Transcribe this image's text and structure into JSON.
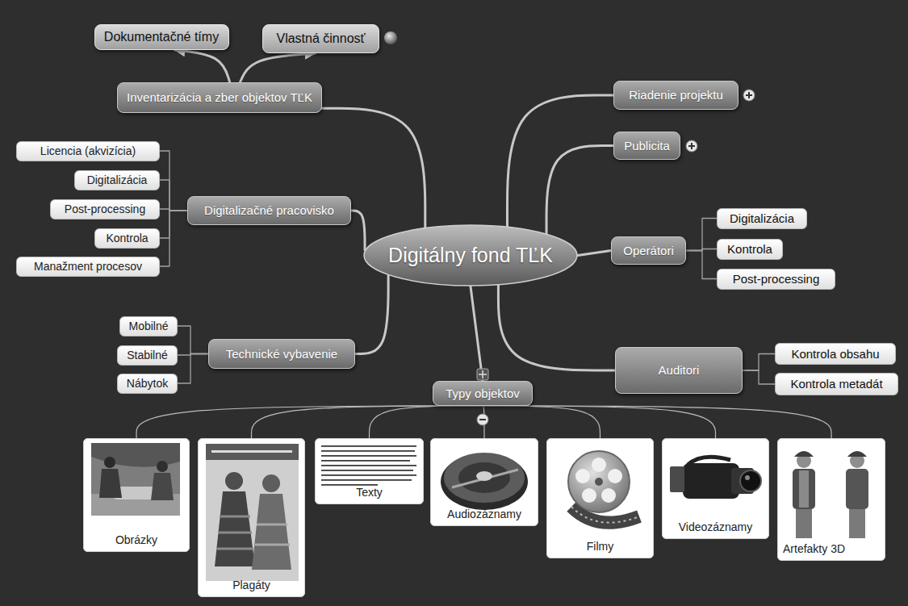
{
  "diagram": {
    "nodes": [
      {
        "text": [
          "Dokumentačné tímy"
        ]
      },
      {
        "text": [
          "Vlastná činnosť"
        ]
      },
      {
        "text": [
          "Inventarizácia a zber objektov TĽK"
        ]
      },
      {
        "text": [
          "Riadenie projektu"
        ]
      },
      {
        "text": [
          "Publicita"
        ]
      },
      {
        "text": [
          "Licencia (akvizícia)"
        ]
      },
      {
        "text": [
          "Digitalizácia"
        ]
      },
      {
        "text": [
          "Digitalizačné pracovisko"
        ]
      },
      {
        "text": [
          "Post-processing"
        ]
      },
      {
        "text": [
          "Kontrola"
        ]
      },
      {
        "text": [
          "Manažment procesov"
        ]
      },
      {
        "text": [
          "Digitálny fond TĽK"
        ]
      },
      {
        "text": [
          "Digitalizácia"
        ]
      },
      {
        "text": [
          "Operátori"
        ]
      },
      {
        "text": [
          "Kontrola"
        ]
      },
      {
        "text": [
          "Post-processing"
        ]
      },
      {
        "text": [
          "Mobilné"
        ]
      },
      {
        "text": [
          "Stabilné"
        ]
      },
      {
        "text": [
          "Technické vybavenie"
        ]
      },
      {
        "text": [
          "Nábytok"
        ]
      },
      {
        "text": [
          "Auditori"
        ]
      },
      {
        "text": [
          "Kontrola obsahu"
        ]
      },
      {
        "text": [
          "Kontrola metadát"
        ]
      },
      {
        "text": [
          "Typy objektov"
        ]
      },
      {
        "text": [
          "Obrázky"
        ]
      },
      {
        "text": [
          "Plagáty"
        ]
      },
      {
        "text": [
          "Texty"
        ]
      },
      {
        "text": [
          "Audiozáznamy"
        ]
      },
      {
        "text": [
          "Filmy"
        ]
      },
      {
        "text": [
          "Videozáznamy"
        ]
      },
      {
        "text": [
          "Artefakty 3D"
        ]
      }
    ],
    "edges": [
      {
        "from": 11,
        "to": 2,
        "arrow": "none"
      },
      {
        "from": 2,
        "to": 0,
        "arrow": "to"
      },
      {
        "from": 2,
        "to": 1,
        "arrow": "to"
      },
      {
        "from": 11,
        "to": 3,
        "arrow": "none"
      },
      {
        "from": 11,
        "to": 4,
        "arrow": "none"
      },
      {
        "from": 11,
        "to": 7,
        "arrow": "none"
      },
      {
        "from": 7,
        "to": 5,
        "arrow": "none"
      },
      {
        "from": 7,
        "to": 6,
        "arrow": "none"
      },
      {
        "from": 7,
        "to": 8,
        "arrow": "none"
      },
      {
        "from": 7,
        "to": 9,
        "arrow": "none"
      },
      {
        "from": 7,
        "to": 10,
        "arrow": "none"
      },
      {
        "from": 11,
        "to": 13,
        "arrow": "none"
      },
      {
        "from": 13,
        "to": 12,
        "arrow": "none"
      },
      {
        "from": 13,
        "to": 14,
        "arrow": "none"
      },
      {
        "from": 13,
        "to": 15,
        "arrow": "none"
      },
      {
        "from": 11,
        "to": 18,
        "arrow": "none"
      },
      {
        "from": 18,
        "to": 16,
        "arrow": "none"
      },
      {
        "from": 18,
        "to": 17,
        "arrow": "none"
      },
      {
        "from": 18,
        "to": 19,
        "arrow": "none"
      },
      {
        "from": 11,
        "to": 20,
        "arrow": "none"
      },
      {
        "from": 20,
        "to": 21,
        "arrow": "none"
      },
      {
        "from": 20,
        "to": 22,
        "arrow": "none"
      },
      {
        "from": 11,
        "to": 23,
        "arrow": "none"
      },
      {
        "from": 23,
        "to": 24,
        "arrow": "none"
      },
      {
        "from": 23,
        "to": 25,
        "arrow": "none"
      },
      {
        "from": 23,
        "to": 26,
        "arrow": "none"
      },
      {
        "from": 23,
        "to": 27,
        "arrow": "none"
      },
      {
        "from": 23,
        "to": 28,
        "arrow": "none"
      },
      {
        "from": 23,
        "to": 29,
        "arrow": "none"
      },
      {
        "from": 23,
        "to": 30,
        "arrow": "none"
      }
    ]
  }
}
